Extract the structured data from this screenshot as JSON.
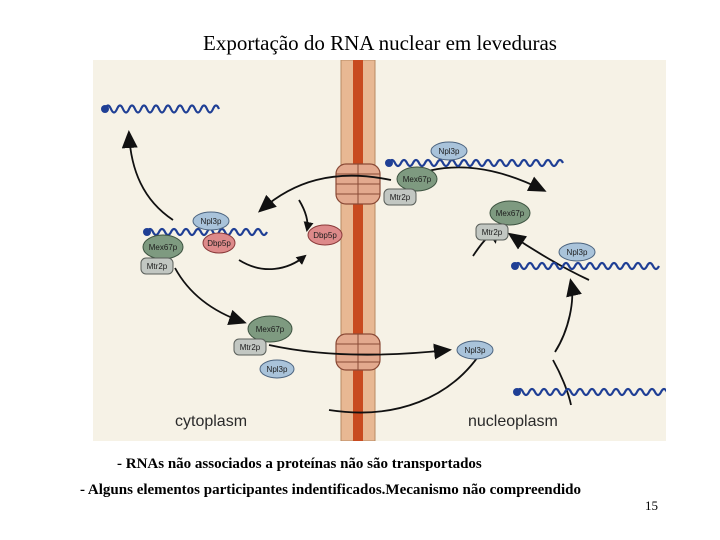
{
  "slide": {
    "title": "Exportação do RNA nuclear em leveduras",
    "notes": [
      "- RNAs não associados a proteínas não são transportados",
      "- Alguns elementos participantes indentificados.Mecanismo não compreendido"
    ],
    "page_number": "15"
  },
  "figure": {
    "compartments": {
      "left": "cytoplasm",
      "right": "nucleoplasm"
    },
    "proteins": {
      "npl3": "Npl3p",
      "mex67": "Mex67p",
      "mtr2": "Mtr2p",
      "dbp5": "Dbp5p"
    },
    "colors": {
      "background": "#f6f2e6",
      "membrane": "#e8b893",
      "membrane_core": "#c84a1f",
      "npl3": "#a9c3da",
      "mex67": "#7e9a80",
      "mtr2": "#c2c7c2",
      "dbp5": "#dd8a8a",
      "rna": "#1f3f95"
    }
  }
}
